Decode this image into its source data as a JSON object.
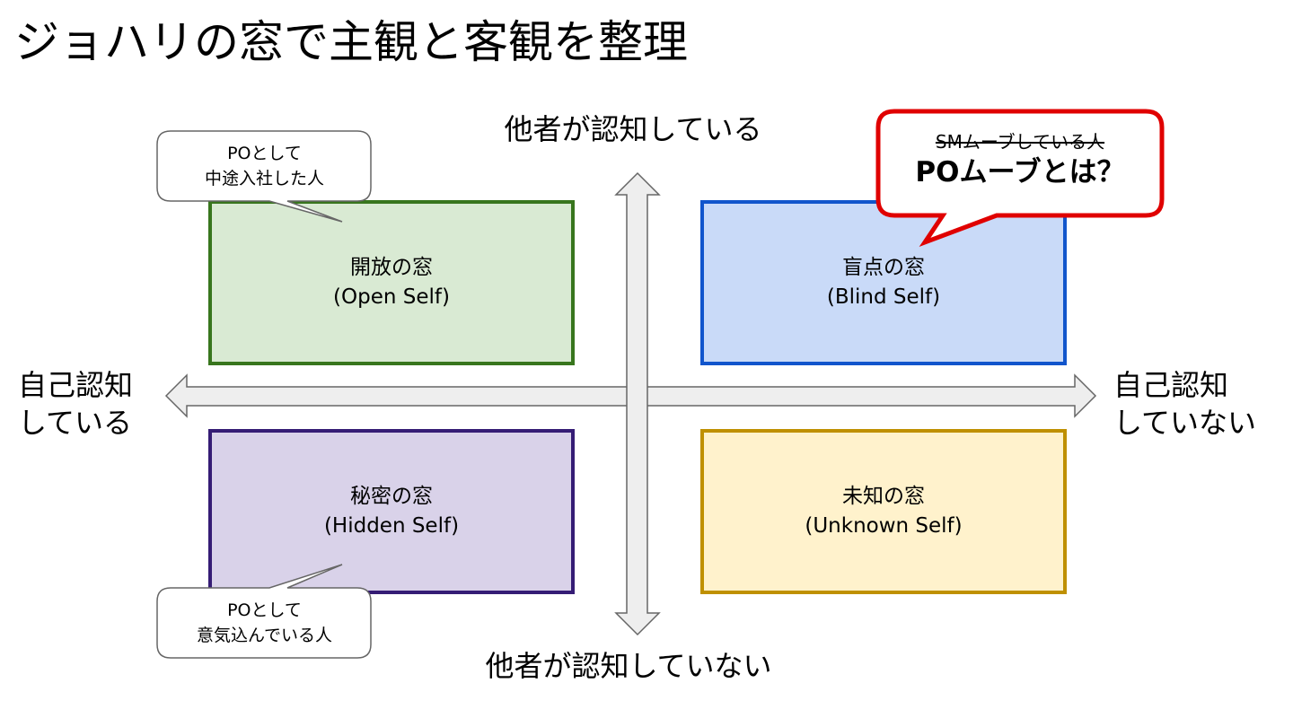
{
  "title": "ジョハリの窓で主観と客観を整理",
  "axes": {
    "top": "他者が認知している",
    "bottom": "他者が認知していない",
    "left_line1": "自己認知",
    "left_line2": "している",
    "right_line1": "自己認知",
    "right_line2": "していない"
  },
  "quadrants": {
    "open": {
      "title": "開放の窓",
      "subtitle": "(Open Self)",
      "fill": "#d9ead3",
      "border": "#38761d"
    },
    "blind": {
      "title": "盲点の窓",
      "subtitle": "(Blind Self)",
      "fill": "#c9daf8",
      "border": "#1155cc"
    },
    "hidden": {
      "title": "秘密の窓",
      "subtitle": "(Hidden Self)",
      "fill": "#d9d2e9",
      "border": "#351c75"
    },
    "unknown": {
      "title": "未知の窓",
      "subtitle": "(Unknown Self)",
      "fill": "#fff2cc",
      "border": "#bf9000"
    }
  },
  "callouts": {
    "top_left": {
      "line1": "POとして",
      "line2": "中途入社した人"
    },
    "bottom_left": {
      "line1": "POとして",
      "line2": "意気込んでいる人"
    },
    "top_right": {
      "struck": "SMムーブしている人",
      "main": "POムーブとは？",
      "border": "#e00000"
    }
  }
}
